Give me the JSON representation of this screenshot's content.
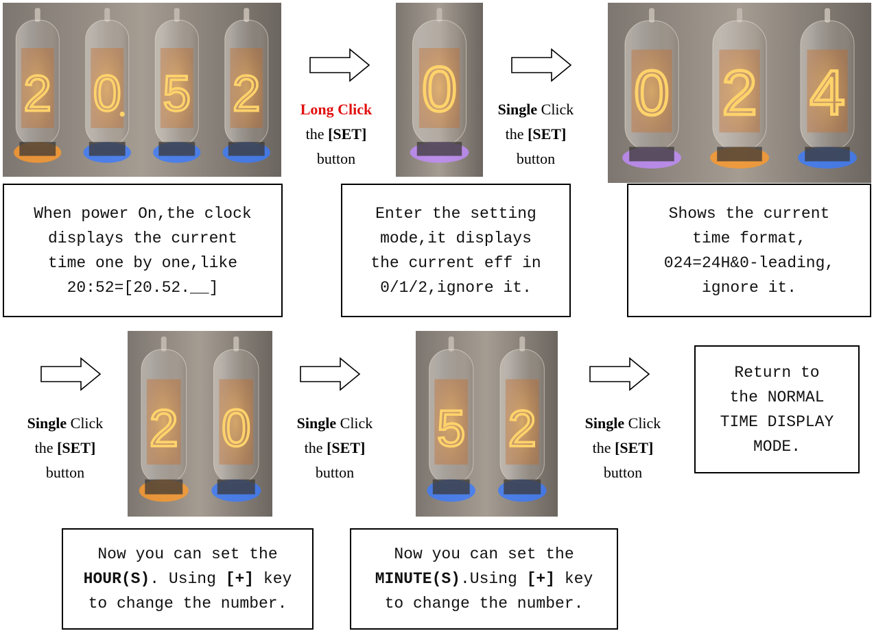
{
  "photos": [
    {
      "id": "p1",
      "digits": [
        "2",
        "0",
        "5",
        "2"
      ],
      "dots": [
        false,
        true,
        false,
        false
      ],
      "glow": [
        "orange",
        "blue",
        "blue",
        "blue"
      ]
    },
    {
      "id": "p2",
      "digits": [
        "0"
      ],
      "dots": [
        false
      ],
      "glow": [
        "purple"
      ]
    },
    {
      "id": "p3",
      "digits": [
        "0",
        "2",
        "4"
      ],
      "dots": [
        false,
        false,
        false
      ],
      "glow": [
        "purple",
        "orange",
        "blue"
      ]
    },
    {
      "id": "p4",
      "digits": [
        "2",
        "0"
      ],
      "dots": [
        false,
        false
      ],
      "glow": [
        "orange",
        "blue"
      ]
    },
    {
      "id": "p5",
      "digits": [
        "5",
        "2"
      ],
      "dots": [
        false,
        false
      ],
      "glow": [
        "blue",
        "blue"
      ]
    }
  ],
  "labels": {
    "long_click": {
      "strong": "Long Click",
      "line2_pre": "the ",
      "line2_bold": "[SET]",
      "line3": "button"
    },
    "single_click": {
      "strong": "Single",
      "rest": " Click",
      "line2_pre": "the ",
      "line2_bold": "[SET]",
      "line3": "button"
    }
  },
  "boxes": {
    "power_on": [
      "When power On,the clock",
      "displays the current",
      "time one by one,like",
      "20:52=[20.52.__]"
    ],
    "setting_mode": [
      "Enter the setting",
      "mode,it displays",
      "the current eff in",
      "0/1/2,ignore it."
    ],
    "time_format": [
      "Shows the current",
      "time format,",
      "024=24H&0-leading,",
      "ignore it."
    ],
    "return": [
      "Return to",
      "the NORMAL",
      "TIME DISPLAY",
      "MODE."
    ],
    "hours": {
      "l1": "Now you can set the",
      "l2_bold": "HOUR(S)",
      "l2_mid": ". Using ",
      "l2_bold2": "[+]",
      "l2_end": " key",
      "l3": "to change the number."
    },
    "minutes": {
      "l1": "Now you can set the",
      "l2_bold": "MINUTE(S)",
      "l2_mid": ".Using ",
      "l2_bold2": "[+]",
      "l2_end": " key",
      "l3": "to change the number."
    }
  },
  "colors": {
    "glow_orange": "#ff9a2a",
    "glow_blue": "#3a7bff",
    "glow_purple": "#c28cff",
    "accent_red": "#e11010"
  }
}
